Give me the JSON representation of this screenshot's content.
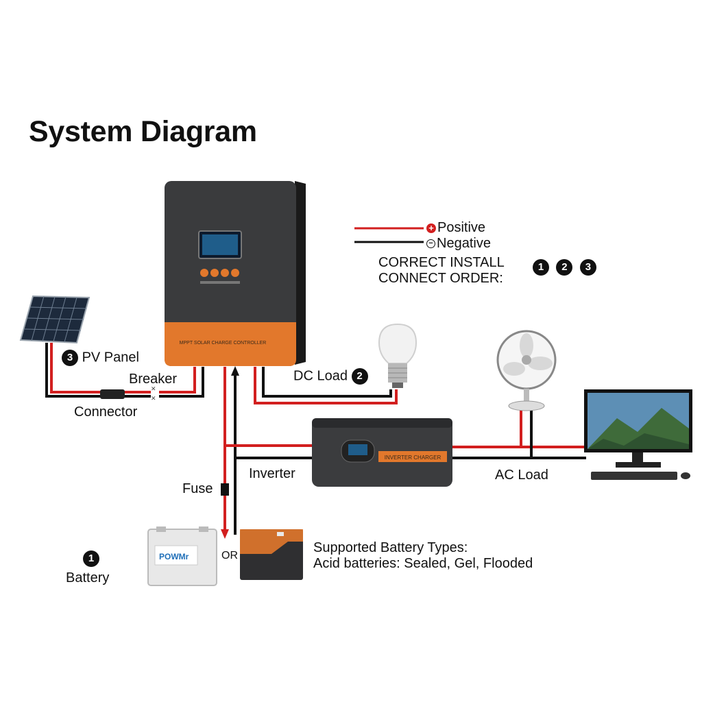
{
  "title": "System Diagram",
  "legend": {
    "positive_label": "Positive",
    "negative_label": "Negative",
    "positive_symbol": "+",
    "negative_symbol": "−",
    "positive_color": "#d21f1f",
    "negative_color": "#111111",
    "order_line1": "CORRECT INSTALL",
    "order_line2": "CONNECT ORDER:",
    "order_steps": [
      "1",
      "2",
      "3"
    ]
  },
  "controller": {
    "band_text": "MPPT SOLAR CHARGE CONTROLLER",
    "body_color": "#3a3b3d",
    "accent_color": "#e2782c"
  },
  "inverter_device": {
    "band_text": "INVERTER CHARGER"
  },
  "labels": {
    "pv_panel": "PV Panel",
    "pv_panel_step": "3",
    "breaker": "Breaker",
    "connector": "Connector",
    "dc_load": "DC Load",
    "dc_load_step": "2",
    "inverter": "Inverter",
    "ac_load": "AC Load",
    "fuse": "Fuse",
    "battery": "Battery",
    "battery_step": "1",
    "or": "OR"
  },
  "battery_info": {
    "line1": "Supported Battery Types:",
    "line2": "Acid batteries: Sealed, Gel, Flooded"
  },
  "battery_brand": "POWMr"
}
